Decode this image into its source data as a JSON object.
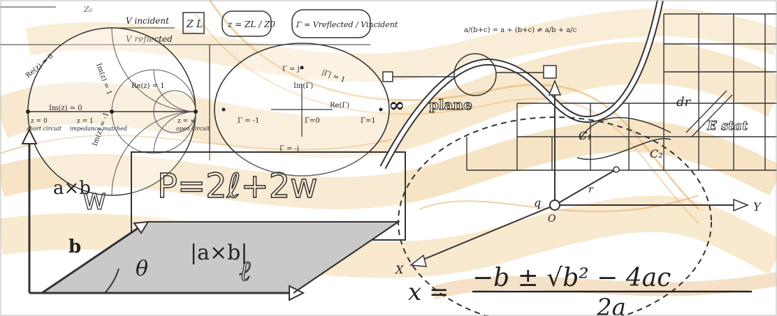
{
  "colors": {
    "background": "#ffffff",
    "swirl_light": "#f5d9aa",
    "swirl_mid": "#e8b46a",
    "swirl_dark": "#c98a38",
    "ink": "#1f1f1f",
    "grey_fill": "#c8c8c8"
  },
  "formulas": {
    "top_vincident": "V incident",
    "top_vreflected": "V reflected",
    "top_zl": "Z L",
    "top_z": "z = ZL / Z0",
    "top_gamma": "Γ = Vreflected / Vincident",
    "top_fraction_rule": "a/(b+c) = a ÷ (b+c) ≠ a/b + a/c",
    "perimeter": "P=2ℓ+2w",
    "cross_product": "a×b",
    "cross_magnitude": "|a×b|",
    "w_letter": "w",
    "ell_letter": "ℓ",
    "theta": "θ",
    "b_label": "b",
    "quadratic_lhs": "x =",
    "quadratic_numerator": "−b ± √b² − 4ac",
    "quadratic_denominator": "2a",
    "x_axis": "X",
    "y_axis": "Y",
    "origin": "O",
    "q_label": "q",
    "r_vec": "r",
    "c1": "C₁",
    "c2": "C₂",
    "infinity": "∞",
    "plane_word": "plane",
    "dr_top": "dr",
    "e_stat": "E stat"
  },
  "smith_left": {
    "re0": "Re(z) = 0",
    "im1": "Im(z) = 1",
    "rez1": "Re(z) = 1",
    "im0": "Im(z) = 0",
    "z0": "z = 0",
    "short": "short circuit",
    "z1": "z = 1",
    "matched": "impedance matched",
    "zinf": "z = ∞",
    "open": "open circuit",
    "imneg": "Im(z) = -1"
  },
  "smith_mid": {
    "gamma_j": "Γ = j",
    "gamma_mag": "|Γ| = 1",
    "im_gamma": "Im(Γ)",
    "re_gamma": "Re(Γ)",
    "gamma_neg1": "Γ = -1",
    "gamma_0": "Γ=0",
    "gamma_1": "Γ=1",
    "gamma_negj": "Γ = -j"
  }
}
